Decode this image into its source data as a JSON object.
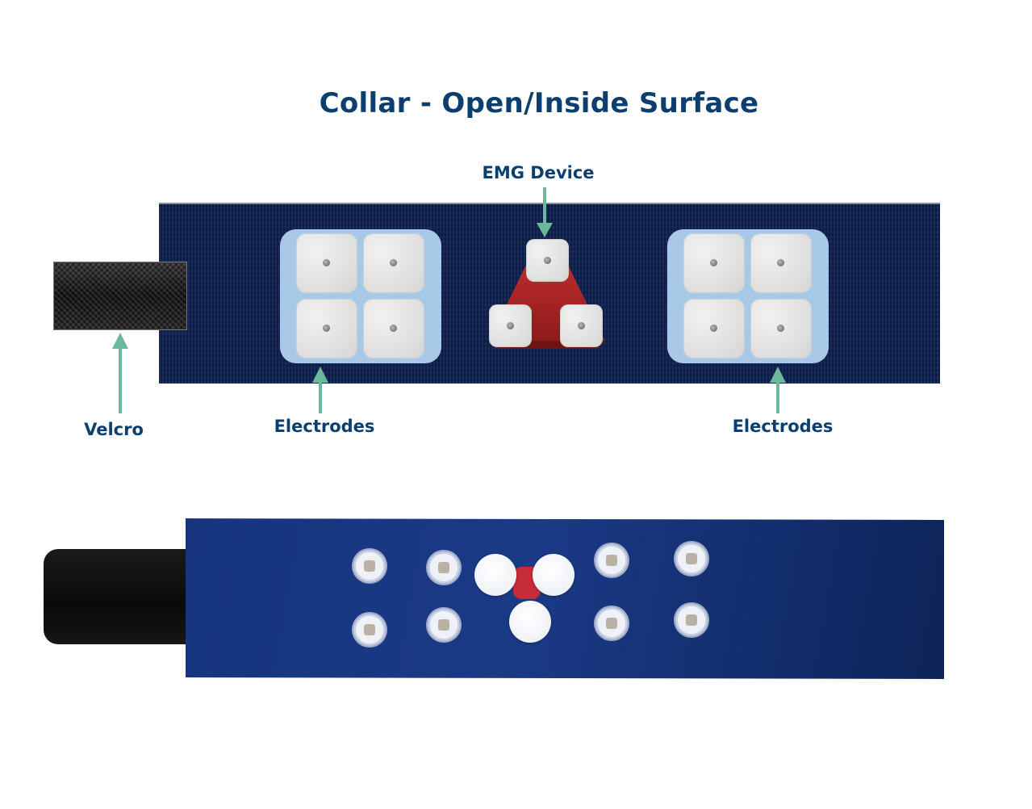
{
  "title": "Collar - Open/Inside Surface",
  "labels": {
    "emg_device": "EMG Device",
    "velcro": "Velcro",
    "electrodes_left": "Electrodes",
    "electrodes_right": "Electrodes"
  },
  "colors": {
    "text": "#0c3f6f",
    "arrow": "#6cb89a",
    "strap": "#0f2150",
    "electrode_backing": "#a8c8e8",
    "device": "#a32020"
  }
}
